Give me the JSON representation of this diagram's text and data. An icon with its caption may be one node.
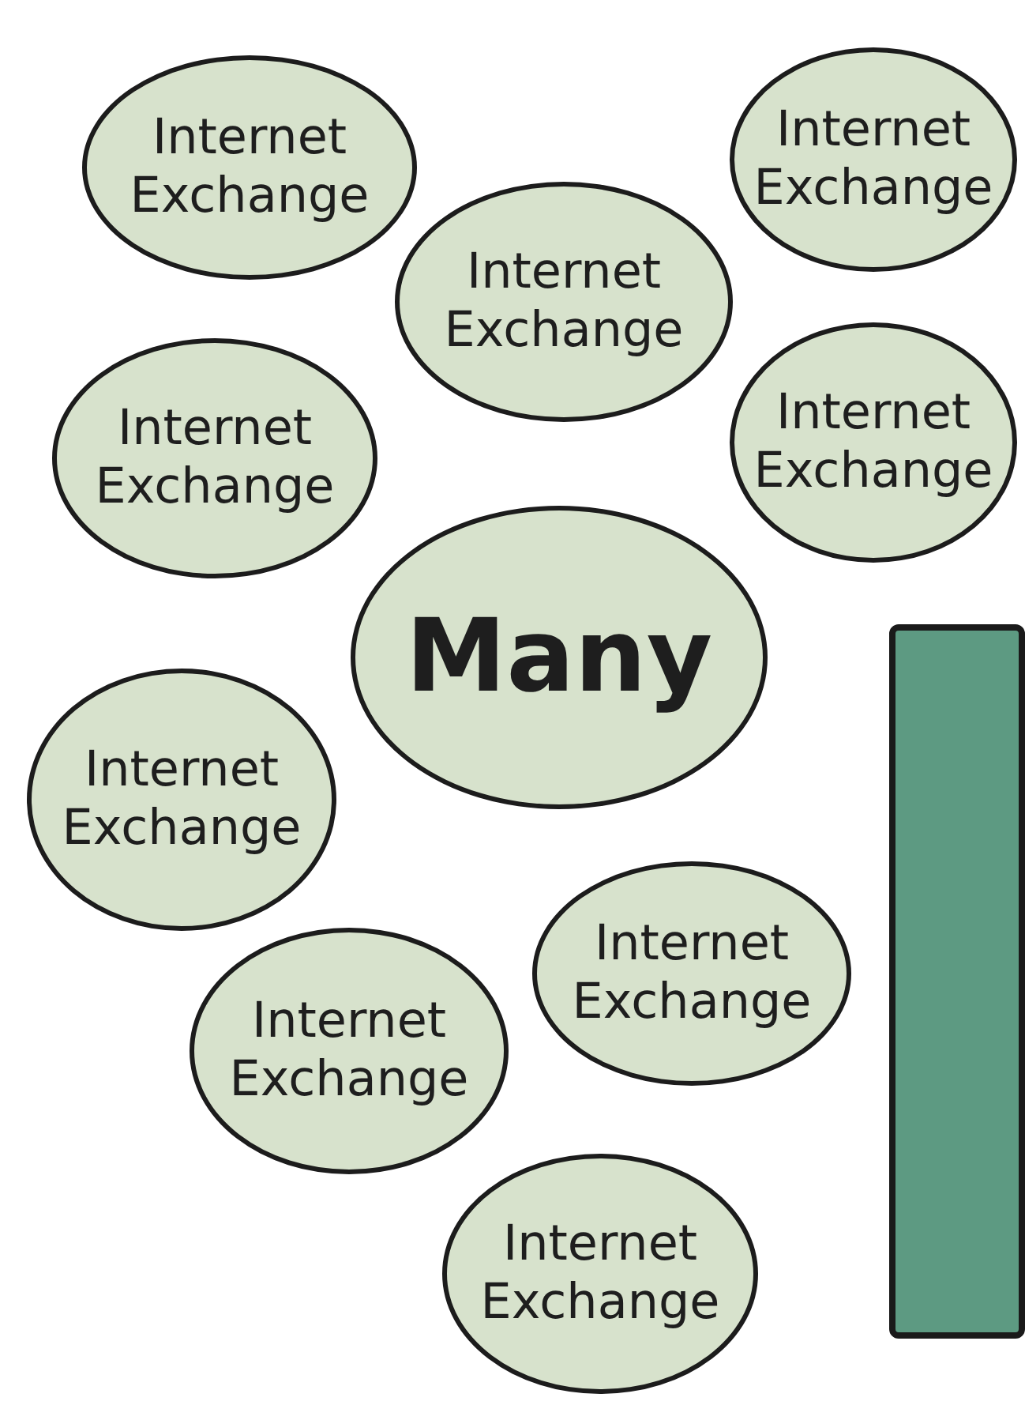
{
  "diagram": {
    "nodes": [
      {
        "text": [
          "Internet Exchange"
        ]
      },
      {
        "text": [
          "Internet Exchange"
        ]
      },
      {
        "text": [
          "Internet Exchange"
        ]
      },
      {
        "text": [
          "Internet Exchange"
        ]
      },
      {
        "text": [
          "Internet Exchange"
        ]
      },
      {
        "text": [
          "Many"
        ]
      },
      {
        "text": [],
        "shape": "box"
      },
      {
        "text": [
          "Internet Exchange"
        ]
      },
      {
        "text": [
          "Internet Exchange"
        ]
      },
      {
        "text": [
          "Internet Exchange"
        ]
      },
      {
        "text": [
          "Internet Exchange"
        ]
      }
    ]
  }
}
